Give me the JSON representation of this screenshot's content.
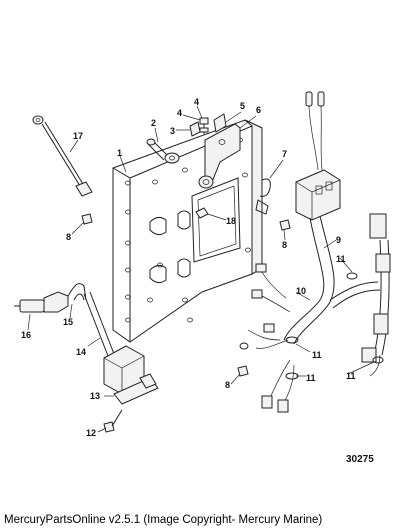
{
  "callouts": {
    "c1": "1",
    "c2": "2",
    "c3": "3",
    "c4": "4",
    "c5": "5",
    "c6": "6",
    "c7": "7",
    "c8a": "8",
    "c8b": "8",
    "c8c": "8",
    "c9": "9",
    "c10": "10",
    "c11a": "11",
    "c11b": "11",
    "c11c": "11",
    "c11d": "11",
    "c12": "12",
    "c13": "13",
    "c14": "14",
    "c15": "15",
    "c16": "16",
    "c17": "17",
    "c18": "18"
  },
  "figure_id": "30275",
  "footer": "MercuryPartsOnline v2.5.1 (Image Copyright- Mercury Marine)"
}
